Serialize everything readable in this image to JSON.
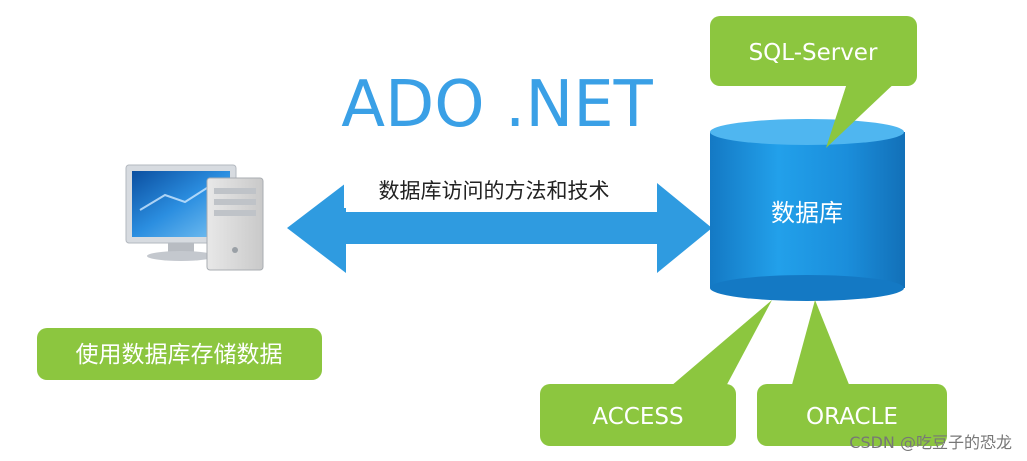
{
  "title": "ADO .NET",
  "arrow_label": "数据库访问的方法和技术",
  "database_label": "数据库",
  "client_label": "使用数据库存储数据",
  "callouts": {
    "sql_server": "SQL-Server",
    "access": "ACCESS",
    "oracle": "ORACLE"
  },
  "watermark": "CSDN @吃豆子的恐龙",
  "colors": {
    "title": "#3aa0e6",
    "arrow": "#2f9be0",
    "database": "#1f8fdc",
    "callout_green": "#8cc63f"
  },
  "icons": {
    "computer": "desktop-computer-icon"
  }
}
